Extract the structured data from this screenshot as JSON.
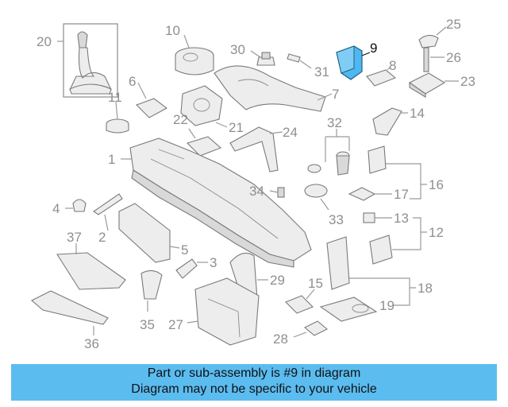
{
  "callouts": [
    "1",
    "2",
    "3",
    "4",
    "5",
    "7",
    "8",
    "9",
    "10",
    "11",
    "12",
    "13",
    "14",
    "15",
    "16",
    "17",
    "18",
    "19",
    "20",
    "21",
    "22",
    "23",
    "24",
    "25",
    "26",
    "27",
    "28",
    "29",
    "30",
    "31",
    "32",
    "33",
    "34",
    "35",
    "36",
    "37",
    "6"
  ],
  "highlighted_part": "9",
  "colors": {
    "highlight_part": "#4fb8f0",
    "banner": "#5bbcf0",
    "callout_text": "#8f8f8f"
  },
  "banner": {
    "line1": "Part or sub-assembly is #9 in diagram",
    "line2": "Diagram may not be specific to your vehicle"
  }
}
